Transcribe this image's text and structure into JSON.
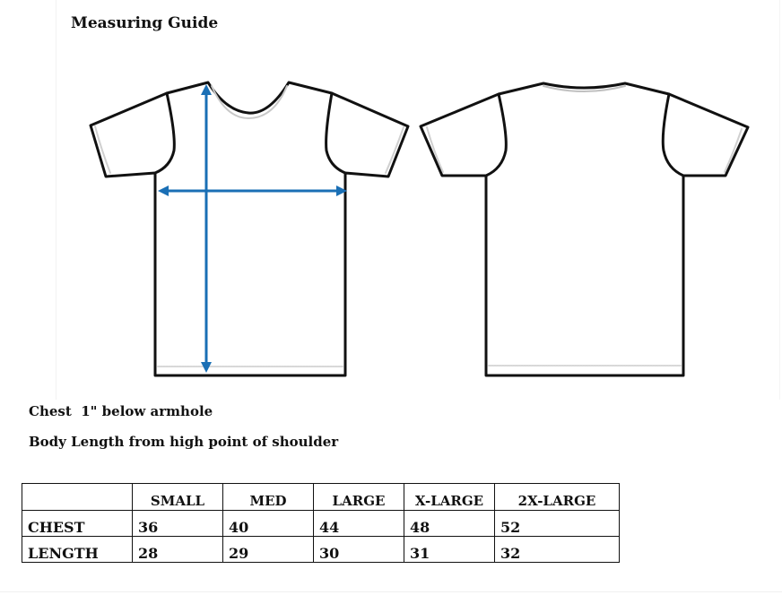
{
  "guide": {
    "title": "Measuring Guide",
    "notes": [
      "Chest  1\" below armhole",
      "Body Length from high point of shoulder"
    ],
    "illustrations": {
      "front": "t-shirt-front",
      "back": "t-shirt-back",
      "arrow_color": "#1a6fb5"
    }
  },
  "size_table": {
    "headers": [
      "",
      "SMALL",
      "MED",
      "LARGE",
      "X-LARGE",
      "2X-LARGE"
    ],
    "rows": [
      {
        "label": "CHEST",
        "values": [
          "36",
          "40",
          "44",
          "48",
          "52"
        ]
      },
      {
        "label": "LENGTH",
        "values": [
          "28",
          "29",
          "30",
          "31",
          "32"
        ]
      }
    ]
  }
}
